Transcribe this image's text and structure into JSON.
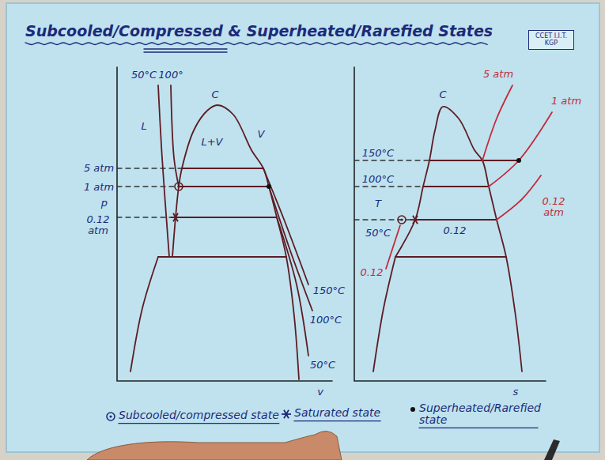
{
  "diagram": {
    "title": "Subcooled/Compressed & Superheated/Rarefied States",
    "nodes": [
      {
        "text": [
          "CCET I.I.T. KGP"
        ]
      }
    ],
    "labels": [
      "50°C",
      "100°",
      "C",
      "L",
      "L+V",
      "V",
      "5 atm",
      "1 atm",
      "p",
      "0.12 atm",
      "150°C",
      "100°C",
      "50°C",
      "v",
      "C",
      "150°C",
      "100°C",
      "T",
      "50°C",
      "0.12",
      "0.12",
      "5 atm",
      "1 atm",
      "0.12 atm",
      "s"
    ],
    "legend": [
      {
        "text": "Subcooled/compressed state"
      },
      {
        "text": "Saturated state"
      },
      {
        "text": "Superheated/Rarefied state"
      }
    ]
  }
}
